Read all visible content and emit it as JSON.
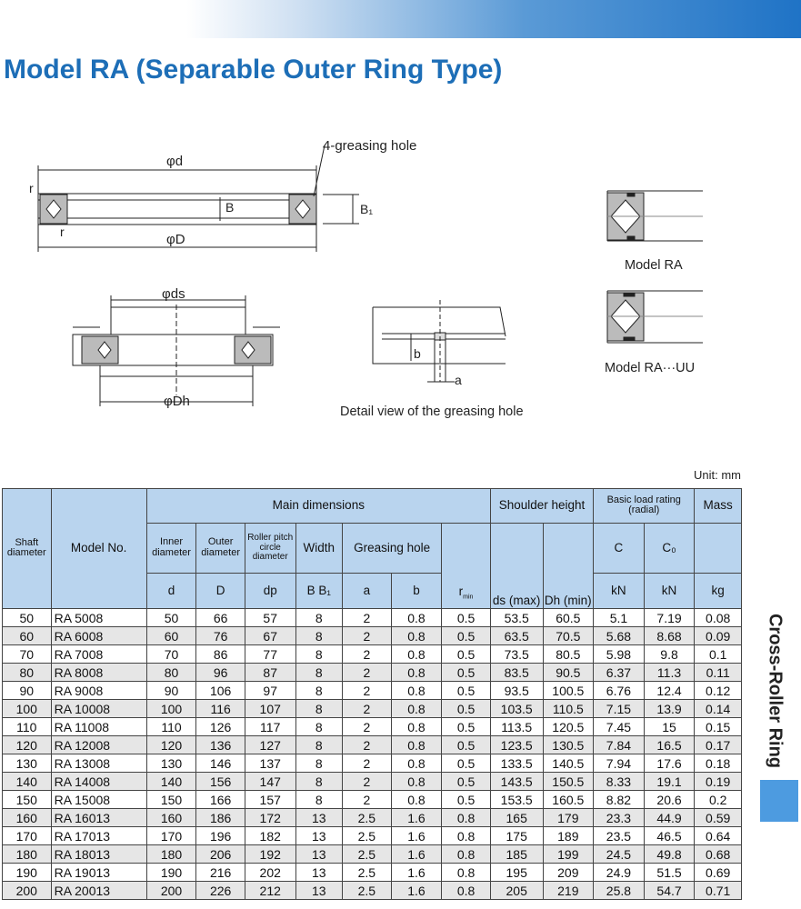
{
  "page": {
    "title": "Model RA (Separable Outer Ring Type)",
    "unit_note": "Unit: mm",
    "side_label": "Cross-Roller Ring"
  },
  "diagram": {
    "labels": {
      "greasing_hole": "4-greasing hole",
      "phi_d": "φd",
      "phi_D": "φD",
      "B": "B",
      "B1": "B₁",
      "r_top": "r",
      "r_bottom": "r",
      "phi_ds": "φds",
      "phi_Dh": "φDh",
      "b": "b",
      "a": "a",
      "detail_caption": "Detail view of the greasing hole",
      "model_ra": "Model RA",
      "model_ra_uu": "Model RA···UU"
    }
  },
  "table": {
    "headers": {
      "shaft_diameter": "Shaft diameter",
      "model_no": "Model No.",
      "main_dimensions": "Main dimensions",
      "inner_diameter": "Inner diameter",
      "outer_diameter": "Outer diameter",
      "roller_pitch": "Roller pitch circle diameter",
      "width": "Width",
      "greasing_hole": "Greasing hole",
      "shoulder_height": "Shoulder height",
      "basic_load_rating": "Basic load rating (radial)",
      "mass": "Mass",
      "c": "C",
      "c0": "C₀",
      "sym_d": "d",
      "sym_D": "D",
      "sym_dp": "dp",
      "sym_BB1": "B B₁",
      "sym_a": "a",
      "sym_b": "b",
      "sym_rmin": "r",
      "sym_rmin_sub": "min",
      "sym_ds": "ds (max)",
      "sym_dh": "Dh (min)",
      "unit_kn_c": "kN",
      "unit_kn_c0": "kN",
      "unit_kg": "kg"
    },
    "rows": [
      [
        "50",
        "RA 5008",
        "50",
        "66",
        "57",
        "8",
        "2",
        "0.8",
        "0.5",
        "53.5",
        "60.5",
        "5.1",
        "7.19",
        "0.08"
      ],
      [
        "60",
        "RA 6008",
        "60",
        "76",
        "67",
        "8",
        "2",
        "0.8",
        "0.5",
        "63.5",
        "70.5",
        "5.68",
        "8.68",
        "0.09"
      ],
      [
        "70",
        "RA 7008",
        "70",
        "86",
        "77",
        "8",
        "2",
        "0.8",
        "0.5",
        "73.5",
        "80.5",
        "5.98",
        "9.8",
        "0.1"
      ],
      [
        "80",
        "RA 8008",
        "80",
        "96",
        "87",
        "8",
        "2",
        "0.8",
        "0.5",
        "83.5",
        "90.5",
        "6.37",
        "11.3",
        "0.11"
      ],
      [
        "90",
        "RA 9008",
        "90",
        "106",
        "97",
        "8",
        "2",
        "0.8",
        "0.5",
        "93.5",
        "100.5",
        "6.76",
        "12.4",
        "0.12"
      ],
      [
        "100",
        "RA 10008",
        "100",
        "116",
        "107",
        "8",
        "2",
        "0.8",
        "0.5",
        "103.5",
        "110.5",
        "7.15",
        "13.9",
        "0.14"
      ],
      [
        "110",
        "RA 11008",
        "110",
        "126",
        "117",
        "8",
        "2",
        "0.8",
        "0.5",
        "113.5",
        "120.5",
        "7.45",
        "15",
        "0.15"
      ],
      [
        "120",
        "RA 12008",
        "120",
        "136",
        "127",
        "8",
        "2",
        "0.8",
        "0.5",
        "123.5",
        "130.5",
        "7.84",
        "16.5",
        "0.17"
      ],
      [
        "130",
        "RA 13008",
        "130",
        "146",
        "137",
        "8",
        "2",
        "0.8",
        "0.5",
        "133.5",
        "140.5",
        "7.94",
        "17.6",
        "0.18"
      ],
      [
        "140",
        "RA 14008",
        "140",
        "156",
        "147",
        "8",
        "2",
        "0.8",
        "0.5",
        "143.5",
        "150.5",
        "8.33",
        "19.1",
        "0.19"
      ],
      [
        "150",
        "RA 15008",
        "150",
        "166",
        "157",
        "8",
        "2",
        "0.8",
        "0.5",
        "153.5",
        "160.5",
        "8.82",
        "20.6",
        "0.2"
      ],
      [
        "160",
        "RA 16013",
        "160",
        "186",
        "172",
        "13",
        "2.5",
        "1.6",
        "0.8",
        "165",
        "179",
        "23.3",
        "44.9",
        "0.59"
      ],
      [
        "170",
        "RA 17013",
        "170",
        "196",
        "182",
        "13",
        "2.5",
        "1.6",
        "0.8",
        "175",
        "189",
        "23.5",
        "46.5",
        "0.64"
      ],
      [
        "180",
        "RA 18013",
        "180",
        "206",
        "192",
        "13",
        "2.5",
        "1.6",
        "0.8",
        "185",
        "199",
        "24.5",
        "49.8",
        "0.68"
      ],
      [
        "190",
        "RA 19013",
        "190",
        "216",
        "202",
        "13",
        "2.5",
        "1.6",
        "0.8",
        "195",
        "209",
        "24.9",
        "51.5",
        "0.69"
      ],
      [
        "200",
        "RA 20013",
        "200",
        "226",
        "212",
        "13",
        "2.5",
        "1.6",
        "0.8",
        "205",
        "219",
        "25.8",
        "54.7",
        "0.71"
      ]
    ]
  }
}
